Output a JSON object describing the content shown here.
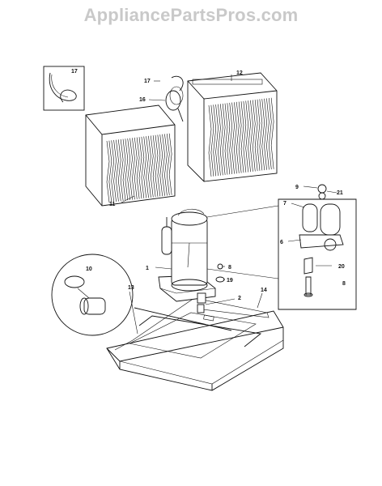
{
  "header": {
    "site_title": "AppliancePartsPros.com"
  },
  "callouts": {
    "c1": "1",
    "c2": "2",
    "c6": "6",
    "c7": "7",
    "c8a": "8",
    "c8b": "8",
    "c9": "9",
    "c10": "10",
    "c11": "11",
    "c12": "12",
    "c13": "13",
    "c14": "14",
    "c16": "16",
    "c17a": "17",
    "c17b": "17",
    "c19": "19",
    "c20": "20",
    "c21": "21"
  }
}
